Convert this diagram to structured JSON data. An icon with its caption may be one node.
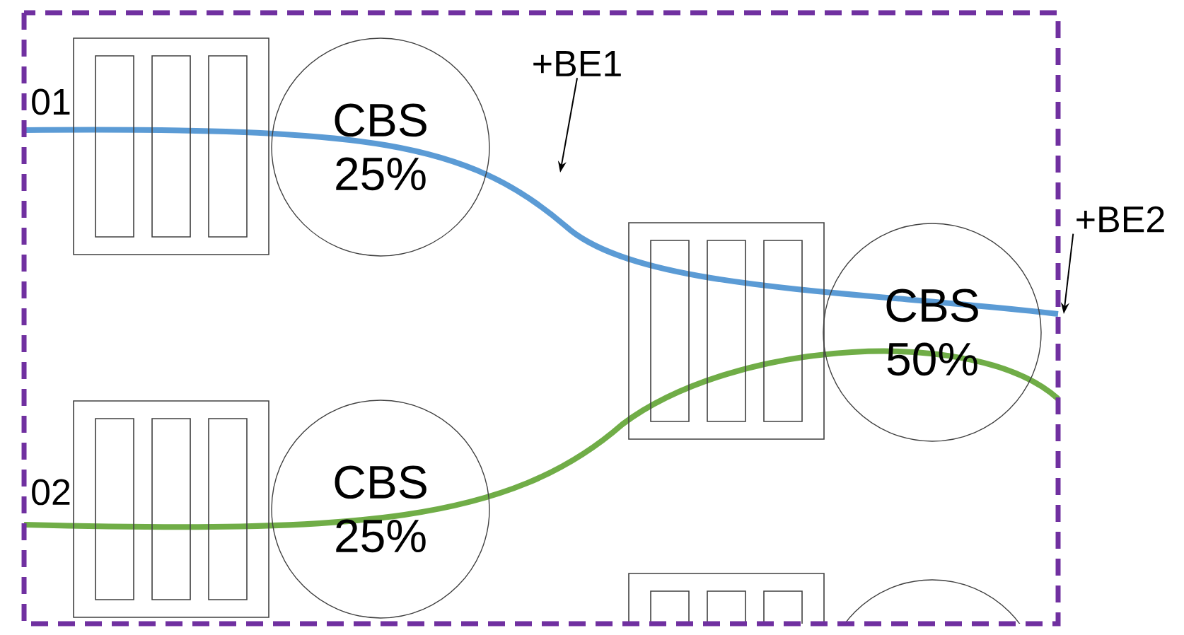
{
  "diagram": {
    "nodes": [
      {
        "text": [],
        "shape": "box"
      },
      {
        "text": [
          "CBS 25%"
        ]
      },
      {
        "text": [
          "+BE1"
        ]
      },
      {
        "text": [
          "+BE2"
        ]
      },
      {
        "text": [],
        "shape": "box"
      },
      {
        "text": [
          "CBS 50%"
        ]
      },
      {
        "text": [],
        "shape": "box"
      },
      {
        "text": [
          "CBS 25%"
        ]
      },
      {
        "text": [],
        "shape": "box"
      },
      {
        "text": [],
        "shape": "circle"
      }
    ],
    "edges": [
      {
        "from": 2,
        "to": null,
        "arrow": "to"
      },
      {
        "from": 3,
        "to": null,
        "arrow": "to"
      }
    ],
    "labels": [
      "01",
      "02"
    ]
  }
}
